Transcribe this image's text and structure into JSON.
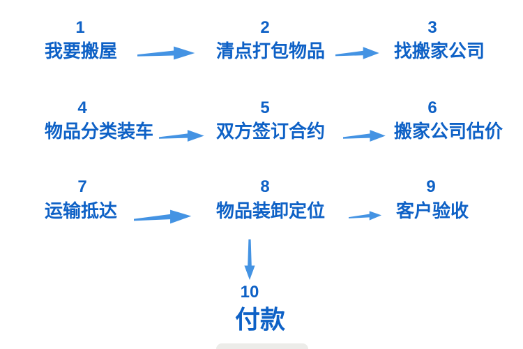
{
  "colors": {
    "background": "#FFFFFF",
    "step_text": "#0E61C6",
    "arrow": "#4493E3"
  },
  "diagram": {
    "type": "flowchart",
    "subject": "moving-house-process",
    "steps": [
      {
        "number": "1",
        "label": "我要搬屋"
      },
      {
        "number": "2",
        "label": "清点打包物品"
      },
      {
        "number": "3",
        "label": "找搬家公司"
      },
      {
        "number": "4",
        "label": "物品分类装车"
      },
      {
        "number": "5",
        "label": "双方签订合约"
      },
      {
        "number": "6",
        "label": "搬家公司估价"
      },
      {
        "number": "7",
        "label": "运输抵达"
      },
      {
        "number": "8",
        "label": "物品装卸定位"
      },
      {
        "number": "9",
        "label": "客户验收"
      },
      {
        "number": "10",
        "label": "付款"
      }
    ],
    "connections": [
      {
        "from": "1",
        "to": "2",
        "direction": "right"
      },
      {
        "from": "2",
        "to": "3",
        "direction": "right"
      },
      {
        "from": "4",
        "to": "5",
        "direction": "right"
      },
      {
        "from": "5",
        "to": "6",
        "direction": "right"
      },
      {
        "from": "7",
        "to": "8",
        "direction": "right"
      },
      {
        "from": "8",
        "to": "9",
        "direction": "right"
      },
      {
        "from": "8",
        "to": "10",
        "direction": "down"
      }
    ]
  }
}
